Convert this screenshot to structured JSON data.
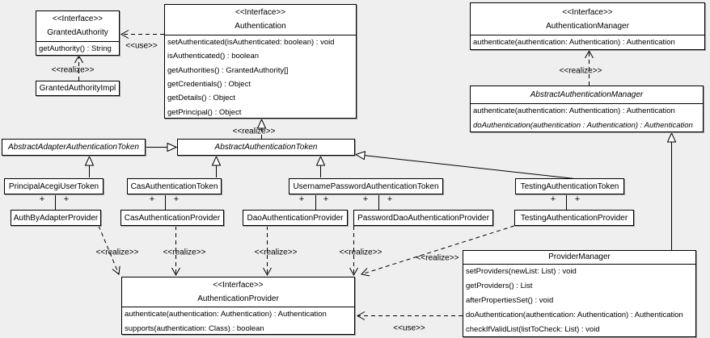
{
  "diagram": {
    "background_color": "#efefef",
    "box_fill_color": "#ffffff",
    "line_color": "#000000",
    "classes": {
      "granted_authority": {
        "stereotype": "<<Interface>>",
        "name": "GrantedAuthority",
        "methods": [
          "getAuthority() : String"
        ]
      },
      "granted_authority_impl": {
        "name": "GrantedAuthorityImpl"
      },
      "authentication": {
        "stereotype": "<<Interface>>",
        "name": "Authentication",
        "methods": [
          "setAuthenticated(isAuthenticated: boolean) : void",
          "isAuthenticated() : boolean",
          "getAuthorities() : GrantedAuthority[]",
          "getCredentials() : Object",
          "getDetails() : Object",
          "getPrincipal() : Object"
        ]
      },
      "authentication_manager": {
        "stereotype": "<<Interface>>",
        "name": "AuthenticationManager",
        "methods": [
          "authenticate(authentication: Authentication) : Authentication"
        ]
      },
      "abstract_authentication_manager": {
        "name": "AbstractAuthenticationManager",
        "abstract": true,
        "methods": [
          "authenticate(authentication: Authentication) : Authentication",
          "doAuthentication(authentication : Authentication) : Authentication"
        ]
      },
      "abstract_adapter_authentication_token": {
        "name": "AbstractAdapterAuthenticationToken",
        "abstract": true
      },
      "abstract_authentication_token": {
        "name": "AbstractAuthenticationToken",
        "abstract": true
      },
      "principal_acegi_user_token": {
        "name": "PrincipalAcegiUserToken"
      },
      "cas_authentication_token": {
        "name": "CasAuthenticationToken"
      },
      "username_password_authentication_token": {
        "name": "UsernamePasswordAuthenticationToken"
      },
      "testing_authentication_token": {
        "name": "TestingAuthenticationToken"
      },
      "auth_by_adapter_provider": {
        "name": "AuthByAdapterProvider"
      },
      "cas_authentication_provider": {
        "name": "CasAuthenticationProvider"
      },
      "dao_authentication_provider": {
        "name": "DaoAuthenticationProvider"
      },
      "password_dao_authentication_provider": {
        "name": "PasswordDaoAuthenticationProvider"
      },
      "testing_authentication_provider": {
        "name": "TestingAuthenticationProvider"
      },
      "authentication_provider": {
        "stereotype": "<<Interface>>",
        "name": "AuthenticationProvider",
        "methods": [
          "authenticate(authentication: Authentication) : Authentication",
          "supports(authentication: Class) : boolean"
        ]
      },
      "provider_manager": {
        "name": "ProviderManager",
        "methods": [
          "setProviders(newList: List) : void",
          "getProviders() : List",
          "afterPropertiesSet() : void",
          "doAuthentication(authentication: Authentication) : Authentication",
          "checkIfValidList(listToCheck: List) : void"
        ]
      }
    },
    "relationships": [
      {
        "type": "use",
        "from": "Authentication",
        "to": "GrantedAuthority",
        "label": "<<use>>"
      },
      {
        "type": "realize",
        "from": "GrantedAuthorityImpl",
        "to": "GrantedAuthority",
        "label": "<<realize>>"
      },
      {
        "type": "realize",
        "from": "AbstractAuthenticationToken",
        "to": "Authentication",
        "label": "<<realize>>"
      },
      {
        "type": "realize",
        "from": "AbstractAuthenticationManager",
        "to": "AuthenticationManager",
        "label": "<<realize>>"
      },
      {
        "type": "generalization",
        "from": "AbstractAdapterAuthenticationToken",
        "to": "AbstractAuthenticationToken"
      },
      {
        "type": "generalization",
        "from": "PrincipalAcegiUserToken",
        "to": "AbstractAdapterAuthenticationToken"
      },
      {
        "type": "generalization",
        "from": "CasAuthenticationToken",
        "to": "AbstractAuthenticationToken"
      },
      {
        "type": "generalization",
        "from": "UsernamePasswordAuthenticationToken",
        "to": "AbstractAuthenticationToken"
      },
      {
        "type": "generalization",
        "from": "TestingAuthenticationToken",
        "to": "AbstractAuthenticationToken"
      },
      {
        "type": "generalization",
        "from": "ProviderManager",
        "to": "AbstractAuthenticationManager"
      },
      {
        "type": "association",
        "from": "PrincipalAcegiUserToken",
        "to": "AuthByAdapterProvider",
        "end_labels": [
          "+",
          "+"
        ]
      },
      {
        "type": "association",
        "from": "CasAuthenticationToken",
        "to": "CasAuthenticationProvider",
        "end_labels": [
          "+",
          "+"
        ]
      },
      {
        "type": "association",
        "from": "UsernamePasswordAuthenticationToken",
        "to": "DaoAuthenticationProvider",
        "end_labels": [
          "+",
          "+"
        ]
      },
      {
        "type": "association",
        "from": "UsernamePasswordAuthenticationToken",
        "to": "PasswordDaoAuthenticationProvider",
        "end_labels": [
          "+",
          "+"
        ]
      },
      {
        "type": "association",
        "from": "TestingAuthenticationToken",
        "to": "TestingAuthenticationProvider",
        "end_labels": [
          "+",
          "+"
        ]
      },
      {
        "type": "realize",
        "from": "AuthByAdapterProvider",
        "to": "AuthenticationProvider",
        "label": "<<realize>>"
      },
      {
        "type": "realize",
        "from": "CasAuthenticationProvider",
        "to": "AuthenticationProvider",
        "label": "<<realize>>"
      },
      {
        "type": "realize",
        "from": "DaoAuthenticationProvider",
        "to": "AuthenticationProvider",
        "label": "<<realize>>"
      },
      {
        "type": "realize",
        "from": "PasswordDaoAuthenticationProvider",
        "to": "AuthenticationProvider",
        "label": "<<realize>>"
      },
      {
        "type": "realize",
        "from": "TestingAuthenticationProvider",
        "to": "AuthenticationProvider",
        "label": "<<realize>>"
      },
      {
        "type": "use",
        "from": "ProviderManager",
        "to": "AuthenticationProvider",
        "label": "<<use>>"
      }
    ]
  }
}
